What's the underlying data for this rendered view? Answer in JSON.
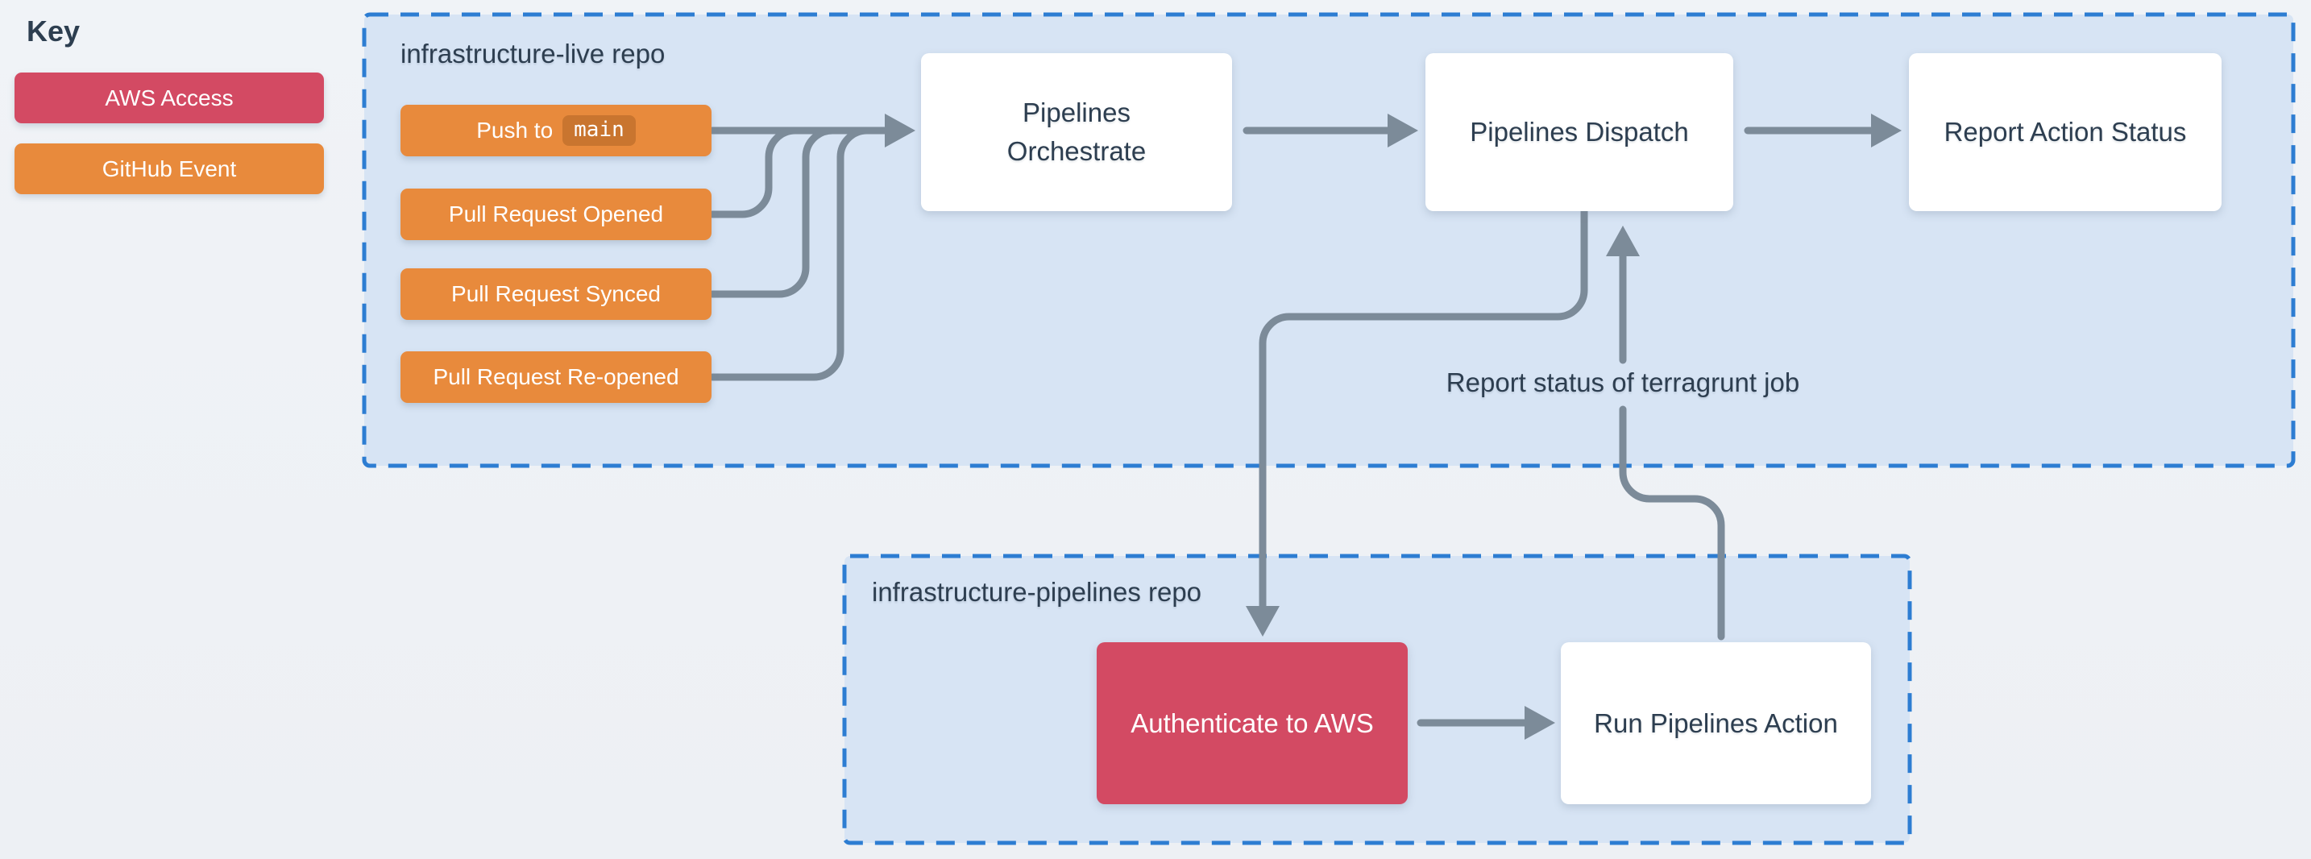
{
  "key": {
    "title": "Key",
    "items": [
      {
        "label": "AWS Access"
      },
      {
        "label": "GitHub Event"
      }
    ]
  },
  "live_repo": {
    "label": "infrastructure-live repo",
    "events": {
      "push": {
        "prefix": "Push to",
        "branch": "main"
      },
      "pr_opened": {
        "label": "Pull Request Opened"
      },
      "pr_synced": {
        "label": "Pull Request Synced"
      },
      "pr_reopened": {
        "label": "Pull Request Re-opened"
      }
    },
    "nodes": {
      "orchestrate": {
        "label": "Pipelines\nOrchestrate"
      },
      "dispatch": {
        "label": "Pipelines Dispatch"
      },
      "report": {
        "label": "Report Action Status"
      }
    }
  },
  "pipelines_repo": {
    "label": "infrastructure-pipelines repo",
    "nodes": {
      "authenticate": {
        "label": "Authenticate to AWS"
      },
      "run_action": {
        "label": "Run Pipelines Action"
      }
    }
  },
  "annotations": {
    "terragrunt_status": "Report status of terragrunt job"
  },
  "colors": {
    "aws_red": "#d34a63",
    "github_orange": "#e88a3c",
    "container_fill": "#d7e4f4",
    "container_border": "#2d7dd2",
    "connector_gray": "#7c8b99",
    "text_navy": "#2d3e50",
    "node_white": "#ffffff",
    "page_bg": "#eef1f5",
    "branch_chip_bg": "#c9752f"
  }
}
